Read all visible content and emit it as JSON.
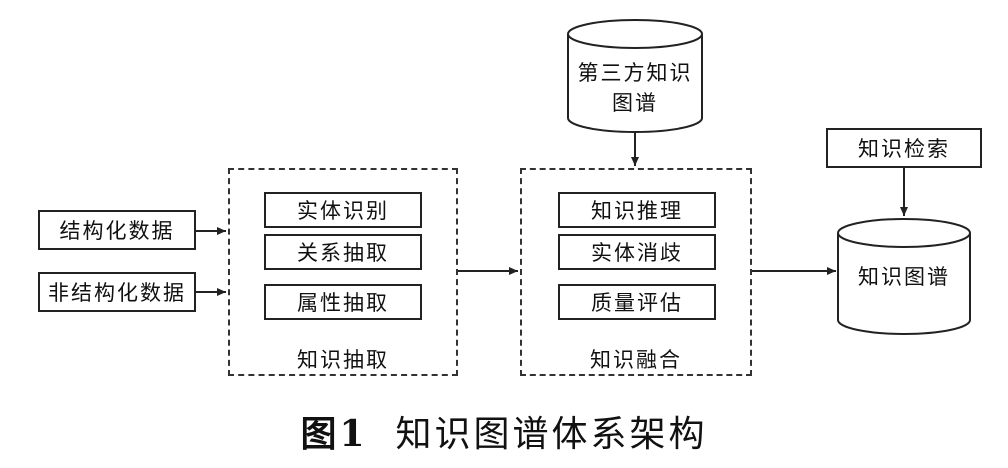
{
  "inputs": {
    "structured": "结构化数据",
    "unstructured": "非结构化数据"
  },
  "extraction": {
    "title": "知识抽取",
    "items": [
      "实体识别",
      "关系抽取",
      "属性抽取"
    ]
  },
  "fusion": {
    "title": "知识融合",
    "items": [
      "知识推理",
      "实体消歧",
      "质量评估"
    ]
  },
  "third_party_kg": {
    "line1": "第三方知识",
    "line2": "图谱"
  },
  "retrieval": "知识检索",
  "knowledge_graph": "知识图谱",
  "caption": {
    "number": "图1",
    "text": "知识图谱体系架构"
  }
}
